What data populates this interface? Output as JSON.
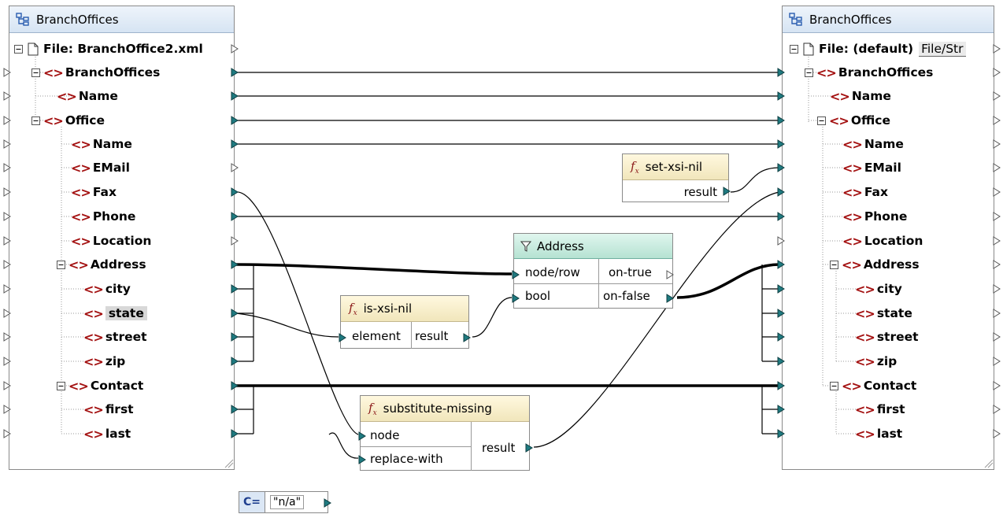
{
  "source": {
    "title": "BranchOffices",
    "file_label": "File: BranchOffice2.xml",
    "items": [
      {
        "label": "BranchOffices"
      },
      {
        "label": "Name"
      },
      {
        "label": "Office"
      },
      {
        "label": "Name"
      },
      {
        "label": "EMail"
      },
      {
        "label": "Fax"
      },
      {
        "label": "Phone"
      },
      {
        "label": "Location"
      },
      {
        "label": "Address"
      },
      {
        "label": "city"
      },
      {
        "label": "state"
      },
      {
        "label": "street"
      },
      {
        "label": "zip"
      },
      {
        "label": "Contact"
      },
      {
        "label": "first"
      },
      {
        "label": "last"
      }
    ]
  },
  "target": {
    "title": "BranchOffices",
    "file_label": "File: (default)",
    "file_button": "File/Str",
    "items": [
      {
        "label": "BranchOffices"
      },
      {
        "label": "Name"
      },
      {
        "label": "Office"
      },
      {
        "label": "Name"
      },
      {
        "label": "EMail"
      },
      {
        "label": "Fax"
      },
      {
        "label": "Phone"
      },
      {
        "label": "Location"
      },
      {
        "label": "Address"
      },
      {
        "label": "city"
      },
      {
        "label": "state"
      },
      {
        "label": "street"
      },
      {
        "label": "zip"
      },
      {
        "label": "Contact"
      },
      {
        "label": "first"
      },
      {
        "label": "last"
      }
    ]
  },
  "functions": {
    "set_xsi_nil": {
      "name": "set-xsi-nil",
      "output": "result"
    },
    "is_xsi_nil": {
      "name": "is-xsi-nil",
      "input": "element",
      "output": "result"
    },
    "substitute_missing": {
      "name": "substitute-missing",
      "input1": "node",
      "input2": "replace-with",
      "output": "result"
    },
    "filter": {
      "name": "Address",
      "input1": "node/row",
      "input2": "bool",
      "output1": "on-true",
      "output2": "on-false"
    },
    "constant": {
      "label": "C=",
      "value": "\"n/a\""
    }
  },
  "colors": {
    "connector": "#1f7a80",
    "element_tag": "#a31010",
    "title_bar": "#d6e4f3",
    "function_title": "#f1e6bb",
    "filter_title": "#b5e2d2"
  }
}
